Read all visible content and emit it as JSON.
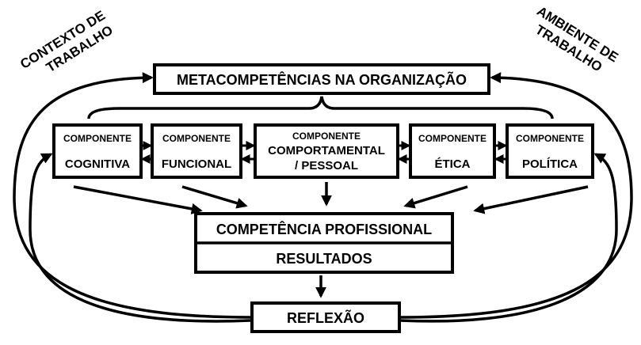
{
  "corner_labels": {
    "left": [
      "CONTEXTO DE",
      "TRABALHO"
    ],
    "right": [
      "AMBIENTE DE",
      "TRABALHO"
    ]
  },
  "meta": "METACOMPETÊNCIAS NA ORGANIZAÇÃO",
  "components": [
    {
      "title": "COMPONENTE",
      "name": [
        "COGNITIVA"
      ]
    },
    {
      "title": "COMPONENTE",
      "name": [
        "FUNCIONAL"
      ]
    },
    {
      "title": "COMPONENTE",
      "name": [
        "COMPORTAMENTAL",
        "/ PESSOAL"
      ]
    },
    {
      "title": "COMPONENTE",
      "name": [
        "ÉTICA"
      ]
    },
    {
      "title": "COMPONENTE",
      "name": [
        "POLÍTICA"
      ]
    }
  ],
  "competencia": "COMPETÊNCIA PROFISSIONAL",
  "resultados": "RESULTADOS",
  "reflexao": "REFLEXÃO"
}
